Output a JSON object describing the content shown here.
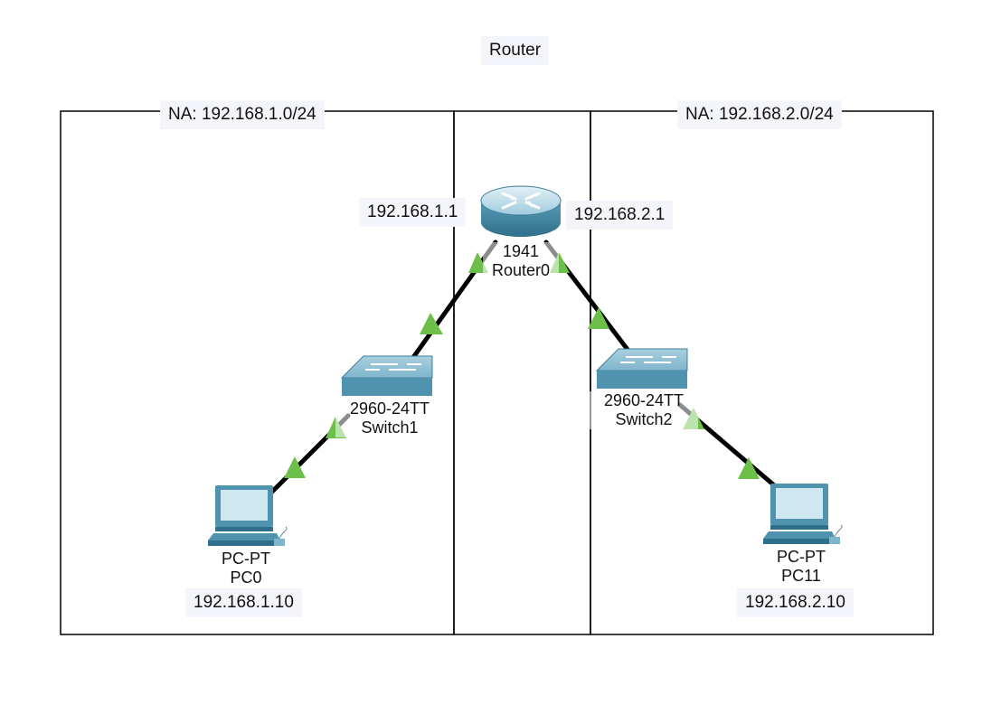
{
  "diagram": {
    "title": "Router",
    "networks": [
      {
        "label": "NA: 192.168.1.0/24"
      },
      {
        "label": "NA: 192.168.2.0/24"
      }
    ],
    "router": {
      "model": "1941",
      "name": "Router0",
      "ip_left": "192.168.1.1",
      "ip_right": "192.168.2.1"
    },
    "switches": [
      {
        "model": "2960-24TT",
        "name": "Switch1"
      },
      {
        "model": "2960-24TT",
        "name": "Switch2"
      }
    ],
    "pcs": [
      {
        "model": "PC-PT",
        "name": "PC0",
        "ip": "192.168.1.10"
      },
      {
        "model": "PC-PT",
        "name": "PC11",
        "ip": "192.168.2.10"
      }
    ],
    "colors": {
      "link": "#000000",
      "link_up_indicator": "#6cc04a",
      "device_body": "#4f93ae",
      "device_light": "#cfe7f0",
      "label_bg": "#f4f5fb"
    }
  }
}
